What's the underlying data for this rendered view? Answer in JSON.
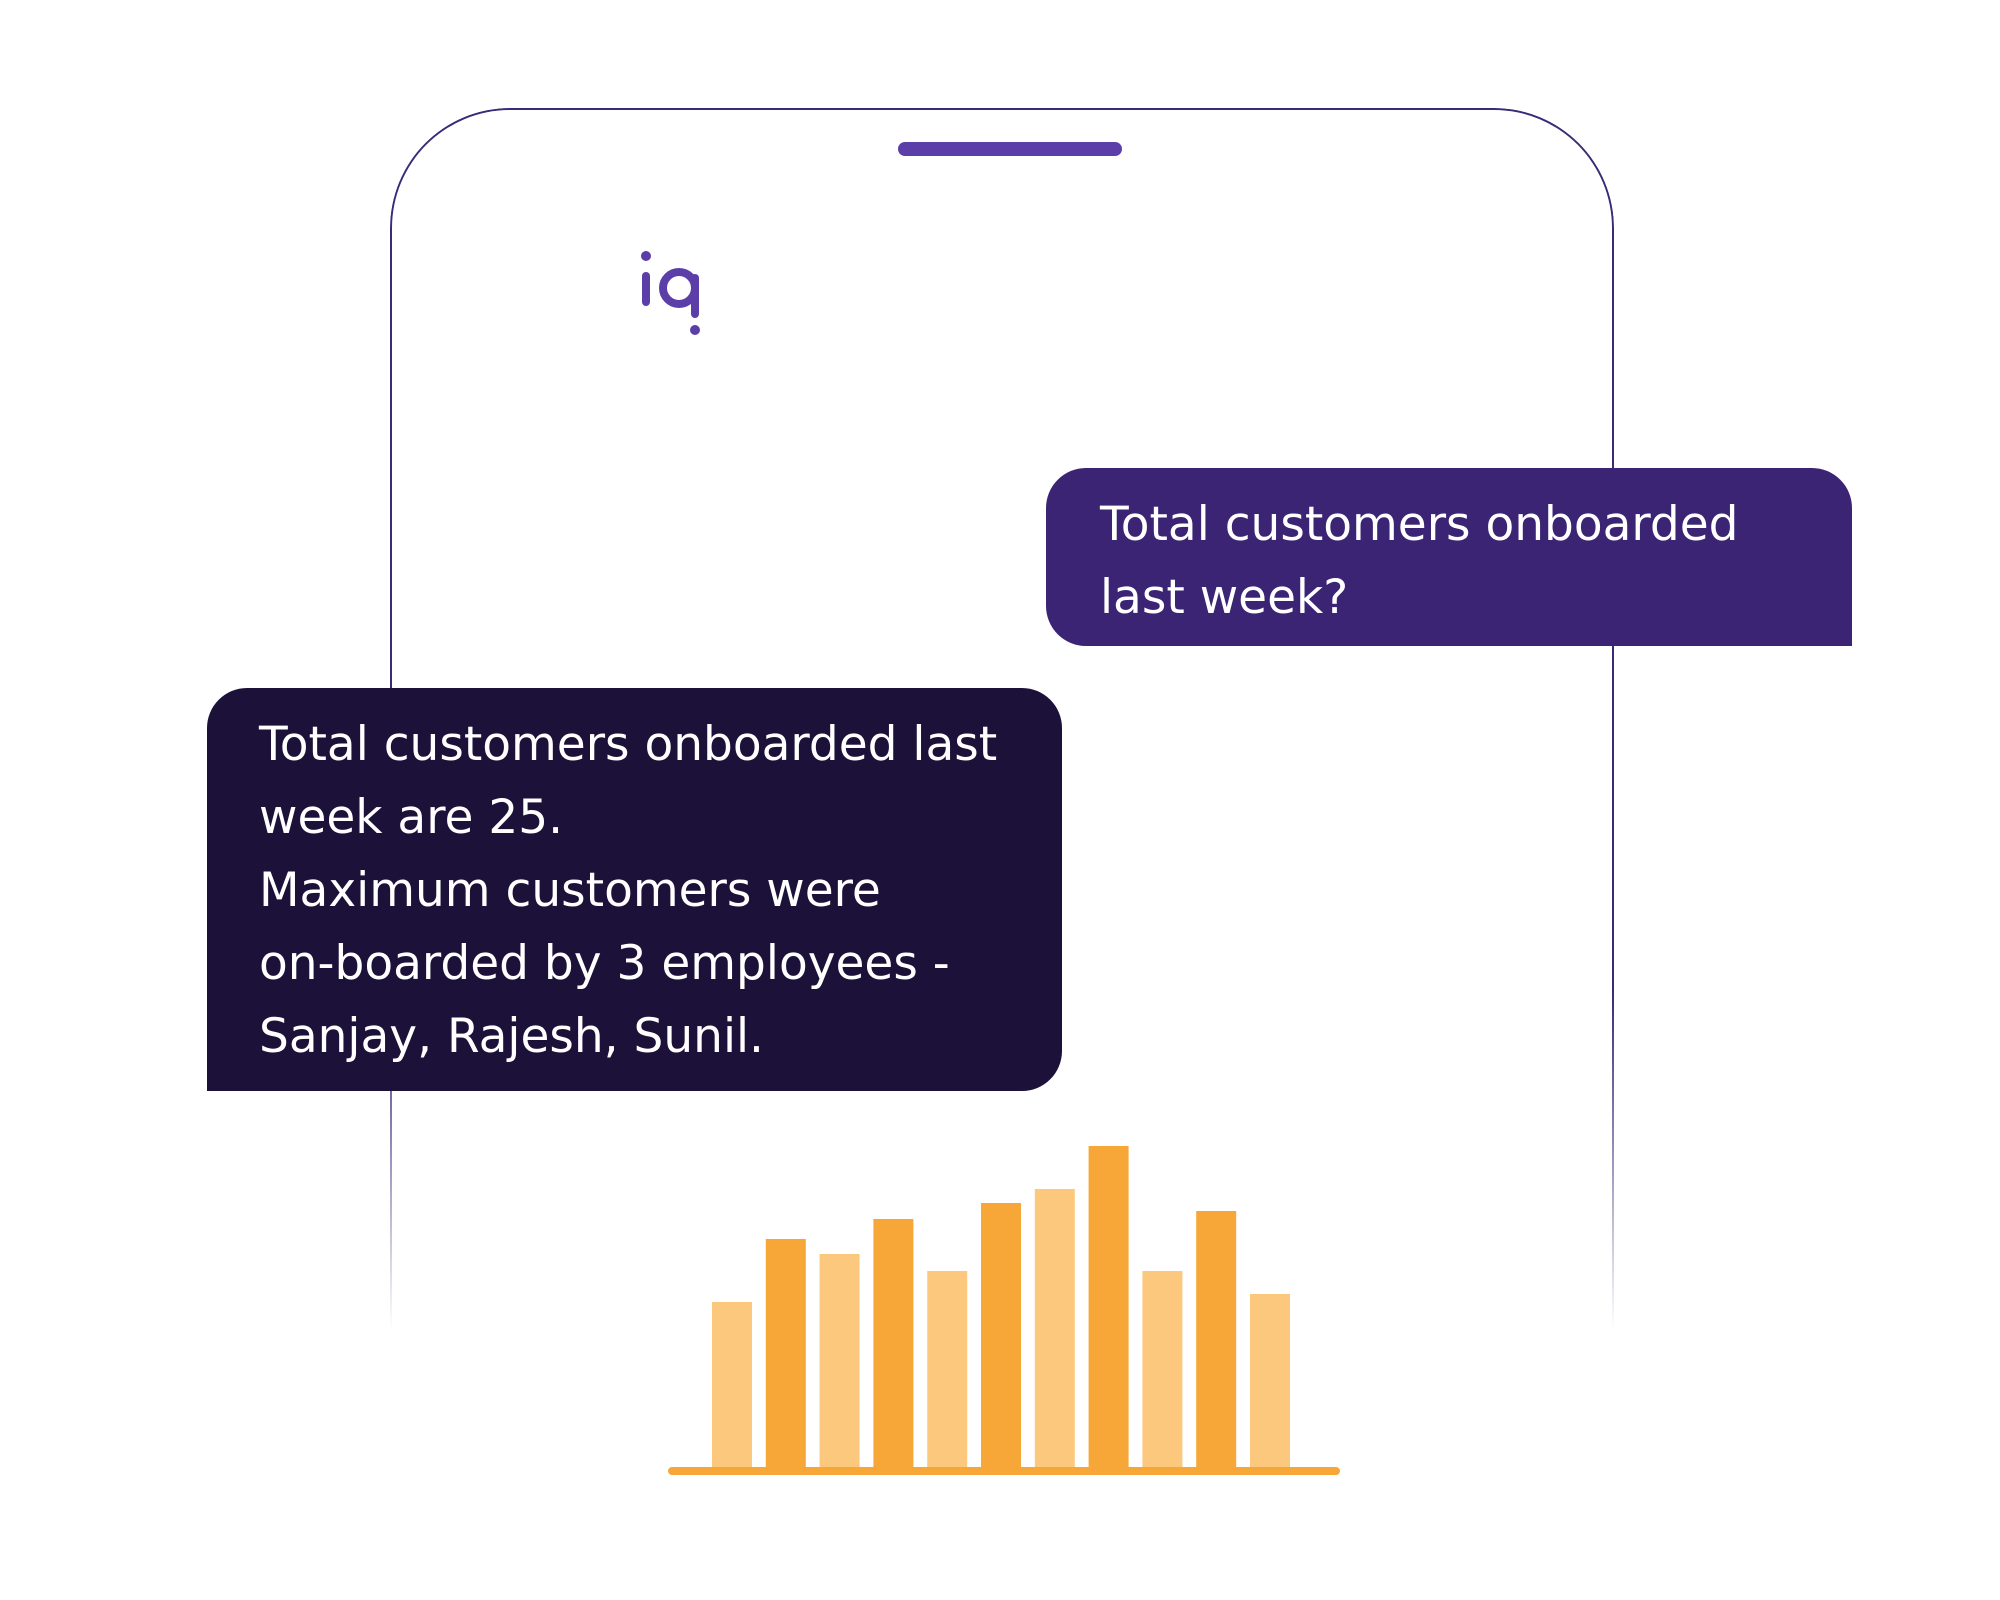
{
  "app": {
    "logo_text": "iq"
  },
  "colors": {
    "frame": "#3b2a78",
    "notch": "#5b3ea8",
    "logo": "#5b3ea8",
    "question_bubble": "#3b2474",
    "answer_bubble": "#1c1139",
    "bubble_text": "#ffffff",
    "bar_dark": "#f7a738",
    "bar_light": "#fbc87e",
    "baseline": "#f7a738"
  },
  "chat": {
    "question": {
      "lines": [
        "Total customers onboarded",
        "last week?"
      ]
    },
    "answer": {
      "lines": [
        "Total customers onboarded last",
        "week are 25.",
        "Maximum customers were",
        "on-boarded by 3 employees -",
        "Sanjay, Rajesh, Sunil."
      ]
    }
  },
  "chart_data": {
    "type": "bar",
    "values": [
      {
        "value": 166,
        "shade": "light"
      },
      {
        "value": 229,
        "shade": "dark"
      },
      {
        "value": 214,
        "shade": "light"
      },
      {
        "value": 249,
        "shade": "dark"
      },
      {
        "value": 197,
        "shade": "light"
      },
      {
        "value": 265,
        "shade": "dark"
      },
      {
        "value": 279,
        "shade": "light"
      },
      {
        "value": 322,
        "shade": "dark"
      },
      {
        "value": 197,
        "shade": "light"
      },
      {
        "value": 257,
        "shade": "dark"
      },
      {
        "value": 174,
        "shade": "light"
      }
    ],
    "ylim": [
      0,
      322
    ],
    "grid": false,
    "axes_labels": false
  }
}
